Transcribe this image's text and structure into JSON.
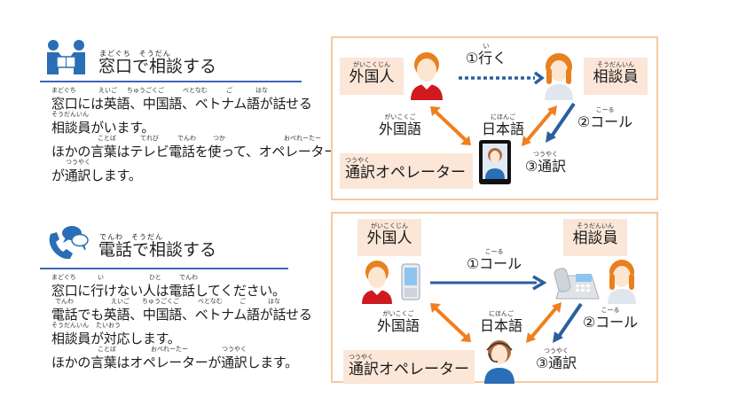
{
  "counter_section": {
    "title_ruby": "まどぐち　そうだん",
    "title": "窓口で相談する",
    "lines": [
      {
        "ruby": [
          "まどぐち",
          "えいご",
          "ちゅうごくご",
          "べとなむ",
          "ご",
          "はな"
        ],
        "text": "窓口には英語、中国語、ベトナム語が話せる"
      },
      {
        "ruby": [
          "そうだんいん"
        ],
        "text": "相談員がいます。"
      },
      {
        "ruby": [
          "ことば",
          "てれび",
          "でんわ",
          "つか",
          "おぺれーたー"
        ],
        "text": "ほかの言葉はテレビ電話を使って、オペレーター"
      },
      {
        "ruby": [
          "つうやく"
        ],
        "text": "が通訳します。"
      }
    ]
  },
  "phone_section": {
    "title_ruby": "でんわ　そうだん",
    "title": "電話で相談する",
    "lines": [
      {
        "ruby": [
          "まどぐち",
          "い",
          "ひと",
          "でんわ"
        ],
        "text": "窓口に行けない人は電話してください。"
      },
      {
        "ruby": [
          "でんわ",
          "えいご",
          "ちゅうごくご",
          "べとなむ",
          "ご",
          "はな"
        ],
        "text": "電話でも英語、中国語、ベトナム語が話せる"
      },
      {
        "ruby": [
          "そうだんいん",
          "たいおう"
        ],
        "text": "相談員が対応します。"
      },
      {
        "ruby": [
          "ことば",
          "おぺれーたー",
          "つうやく"
        ],
        "text": "ほかの言葉はオペレーターが通訳します。"
      }
    ]
  },
  "diagram_counter": {
    "foreigner": {
      "ruby": "がいこくじん",
      "text": "外国人"
    },
    "consultant": {
      "ruby": "そうだんいん",
      "text": "相談員"
    },
    "step1": {
      "ruby": "い",
      "text": "①行く"
    },
    "step2": {
      "ruby": "こーる",
      "text": "②コール"
    },
    "step3": {
      "ruby": "つうやく",
      "text": "③通訳"
    },
    "foreign_lang": {
      "ruby": "がいこくご",
      "text": "外国語"
    },
    "japanese": {
      "ruby": "にほんご",
      "text": "日本語"
    },
    "operator": {
      "ruby": "つうやく",
      "text": "通訳オペレーター"
    }
  },
  "diagram_phone": {
    "foreigner": {
      "ruby": "がいこくじん",
      "text": "外国人"
    },
    "consultant": {
      "ruby": "そうだんいん",
      "text": "相談員"
    },
    "step1": {
      "ruby": "こーる",
      "text": "①コール"
    },
    "step2": {
      "ruby": "こーる",
      "text": "②コール"
    },
    "step3": {
      "ruby": "つうやく",
      "text": "③通訳"
    },
    "foreign_lang": {
      "ruby": "がいこくご",
      "text": "外国語"
    },
    "japanese": {
      "ruby": "にほんご",
      "text": "日本語"
    },
    "operator": {
      "ruby": "つうやく",
      "text": "通訳オペレーター"
    }
  },
  "colors": {
    "accent_blue": "#2a6fb5",
    "rule_blue": "#3d64b8",
    "orange_arrow": "#f07f1e",
    "panel_border": "#f5c9a0",
    "label_bg": "#fbe6d8"
  }
}
